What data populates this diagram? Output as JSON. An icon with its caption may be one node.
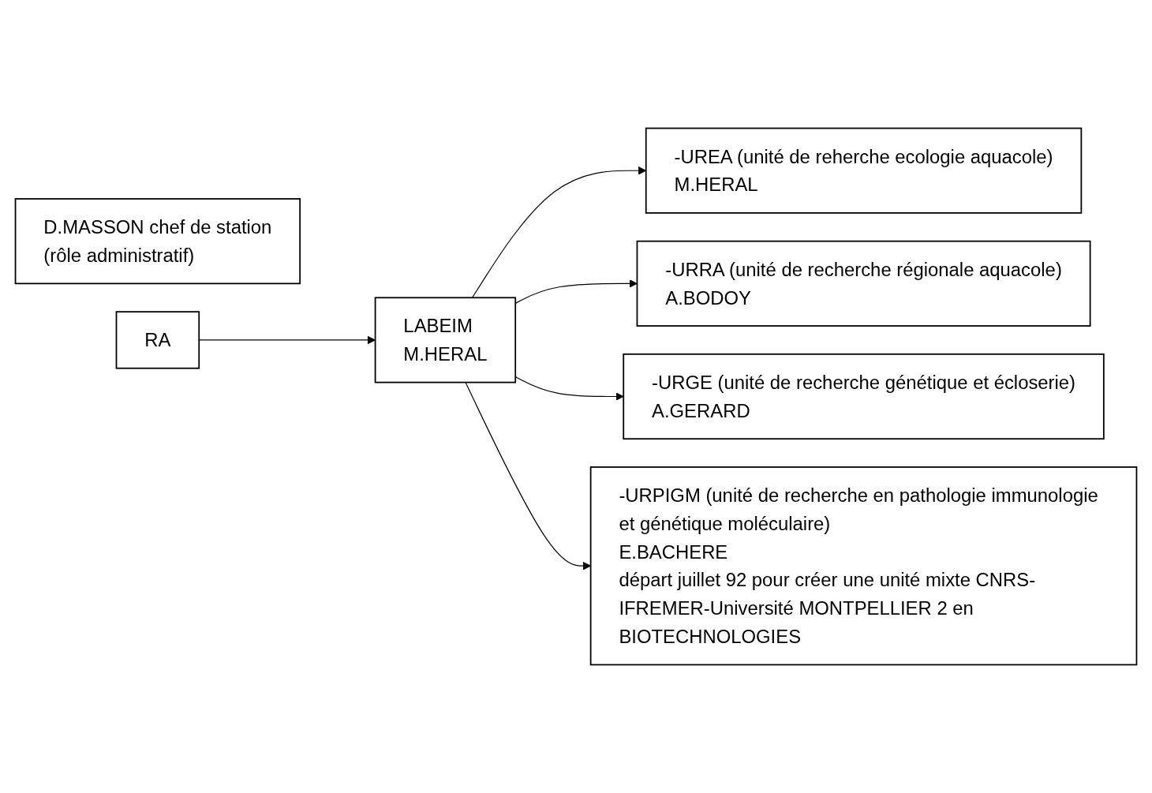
{
  "diagram": {
    "nodes": [
      {
        "text": [
          "D.MASSON chef de station",
          "(rôle administratif)"
        ]
      },
      {
        "text": [
          "RA"
        ]
      },
      {
        "text": [
          "LABEIM",
          "M.HERAL"
        ]
      },
      {
        "text": [
          "-UREA (unité de reherche ecologie aquacole)",
          "M.HERAL"
        ]
      },
      {
        "text": [
          "-URRA (unité de recherche régionale aquacole)",
          "A.BODOY"
        ]
      },
      {
        "text": [
          "-URGE (unité de recherche génétique et écloserie)",
          "A.GERARD"
        ]
      },
      {
        "text": [
          "-URPIGM (unité de recherche en pathologie immunologie et génétique moléculaire)",
          "E.BACHERE",
          "départ juillet 92 pour créer une unité mixte CNRS-IFREMER-Université MONTPELLIER 2 en BIOTECHNOLOGIES"
        ]
      }
    ],
    "edges": [
      {
        "from": 1,
        "to": 2,
        "arrow": "to"
      },
      {
        "from": 2,
        "to": 3,
        "arrow": "to"
      },
      {
        "from": 2,
        "to": 4,
        "arrow": "to"
      },
      {
        "from": 2,
        "to": 5,
        "arrow": "to"
      },
      {
        "from": 2,
        "to": 6,
        "arrow": "to"
      }
    ]
  }
}
